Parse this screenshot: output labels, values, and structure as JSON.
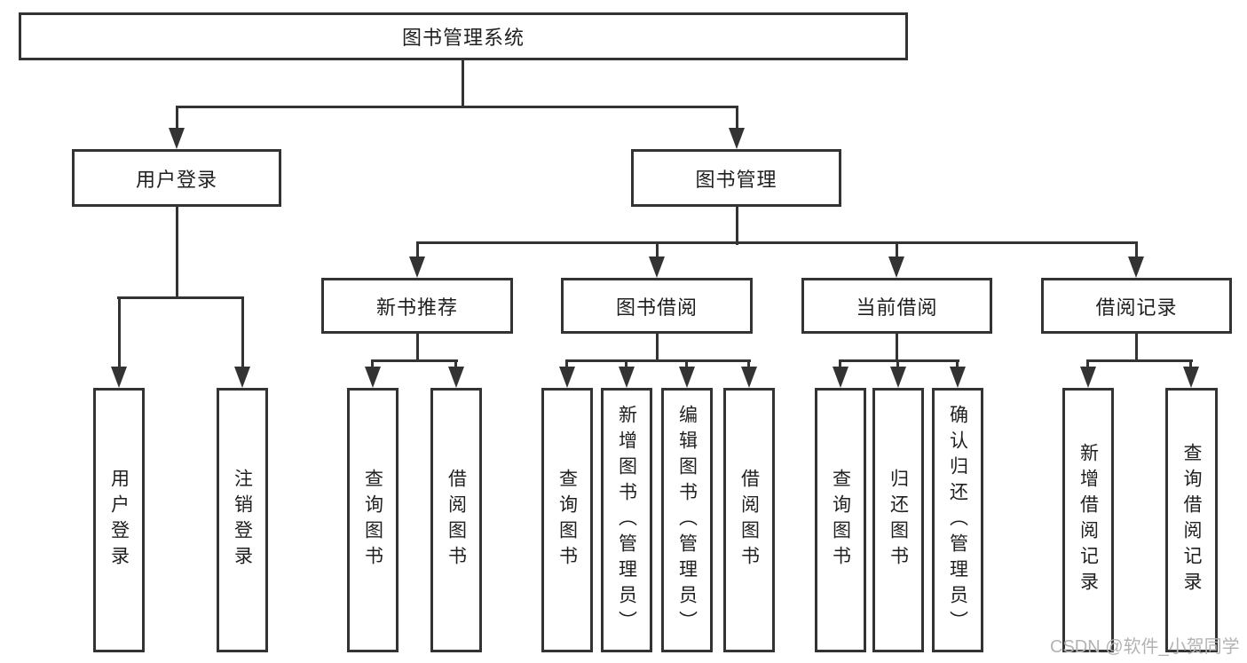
{
  "nodes": {
    "root": "图书管理系统",
    "l2": [
      "用户登录",
      "图书管理"
    ],
    "l3": [
      "新书推荐",
      "图书借阅",
      "当前借阅",
      "借阅记录"
    ],
    "leaves": [
      "用户登录",
      "注销登录",
      "查询图书",
      "借阅图书",
      "查询图书",
      "新增图书（管理员）",
      "编辑图书（管理员）",
      "借阅图书",
      "查询图书",
      "归还图书",
      "确认归还（管理员）",
      "新增借阅记录",
      "查询借阅记录"
    ]
  },
  "watermark": "CSDN @软件_小贺同学",
  "colors": {
    "line": "#333333",
    "text": "#1f1f1f",
    "watermark": "#b3b3b3",
    "background": "#ffffff"
  }
}
